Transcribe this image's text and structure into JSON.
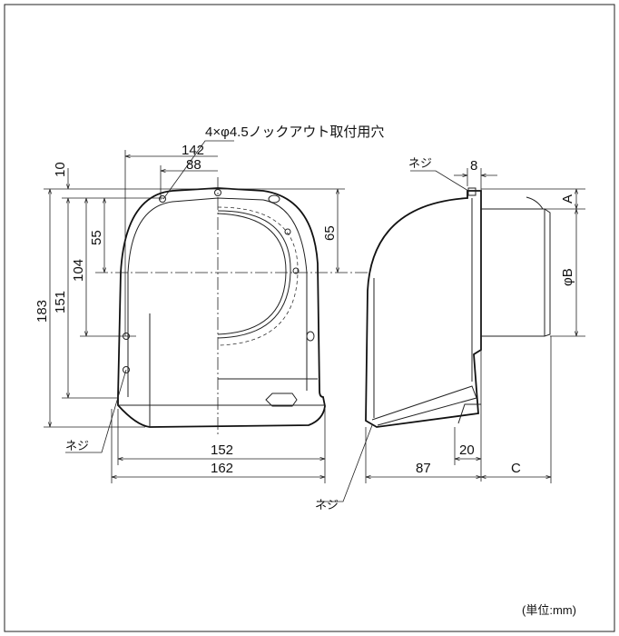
{
  "annotations": {
    "knockout_holes": "4×φ4.5ノックアウト取付用穴",
    "screw_front": "ネジ",
    "screw_side_top": "ネジ",
    "screw_side_bottom": "ネジ",
    "unit": "(単位:mm)"
  },
  "dimensions": {
    "d142": "142",
    "d88": "88",
    "d10": "10",
    "d183": "183",
    "d151": "151",
    "d104": "104",
    "d55": "55",
    "d65": "65",
    "d152": "152",
    "d162": "162",
    "d8": "8",
    "dA": "A",
    "dB": "φB",
    "d87": "87",
    "d20": "20",
    "dC": "C"
  }
}
